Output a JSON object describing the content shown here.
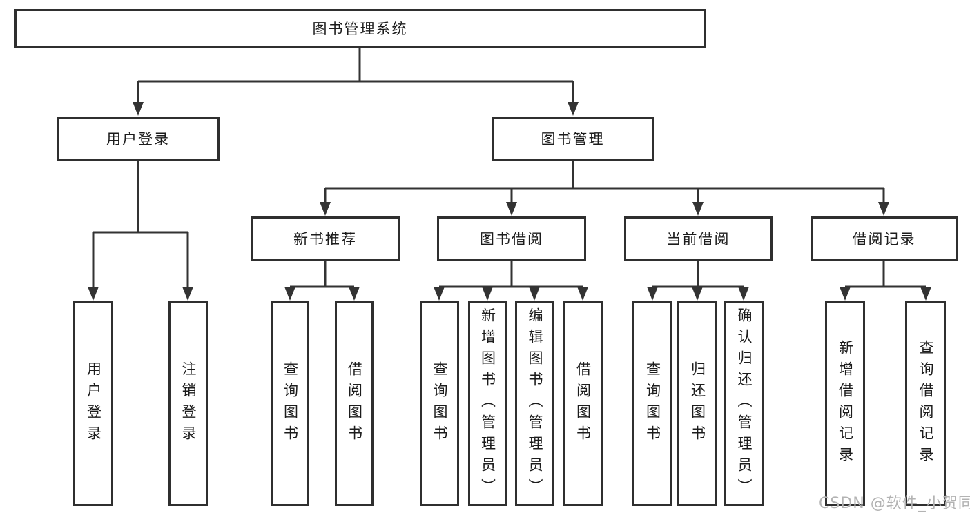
{
  "diagram": {
    "root": {
      "label": "图书管理系统"
    },
    "level2": [
      {
        "label": "用户登录",
        "children": [
          {
            "label": "用户登录"
          },
          {
            "label": "注销登录"
          }
        ]
      },
      {
        "label": "图书管理",
        "children": [
          {
            "label": "新书推荐",
            "children": [
              {
                "label": "查询图书"
              },
              {
                "label": "借阅图书"
              }
            ]
          },
          {
            "label": "图书借阅",
            "children": [
              {
                "label": "查询图书"
              },
              {
                "label": "新增图书（管理员）"
              },
              {
                "label": "编辑图书（管理员）"
              },
              {
                "label": "借阅图书"
              }
            ]
          },
          {
            "label": "当前借阅",
            "children": [
              {
                "label": "查询图书"
              },
              {
                "label": "归还图书"
              },
              {
                "label": "确认归还（管理员）"
              }
            ]
          },
          {
            "label": "借阅记录",
            "children": [
              {
                "label": "新增借阅记录"
              },
              {
                "label": "查询借阅记录"
              }
            ]
          }
        ]
      }
    ]
  },
  "watermark": {
    "text": "CSDN @软件_小贺同学",
    "color": "#b3b3b3"
  },
  "colors": {
    "border": "#2f2f2f",
    "line": "#333333",
    "text": "#1c1c1c",
    "background": "#ffffff"
  }
}
